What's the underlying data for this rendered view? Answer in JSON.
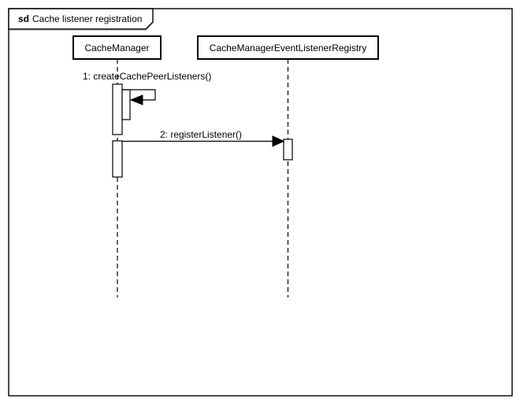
{
  "diagram": {
    "kind": "uml-sequence-diagram",
    "frame": {
      "keyword": "sd",
      "title": "Cache listener registration"
    },
    "lifelines": [
      {
        "name": "CacheManager"
      },
      {
        "name": "CacheManagerEventListenerRegistry"
      }
    ],
    "messages": [
      {
        "seq": "1",
        "label": "1: createCachePeerListeners()",
        "type": "self-call",
        "from": "CacheManager",
        "to": "CacheManager"
      },
      {
        "seq": "2",
        "label": "2: registerListener()",
        "type": "call",
        "from": "CacheManager",
        "to": "CacheManagerEventListenerRegistry"
      }
    ],
    "colors": {
      "line": "#000000",
      "fill": "#ffffff",
      "shadow": "#c8c8c8"
    }
  }
}
